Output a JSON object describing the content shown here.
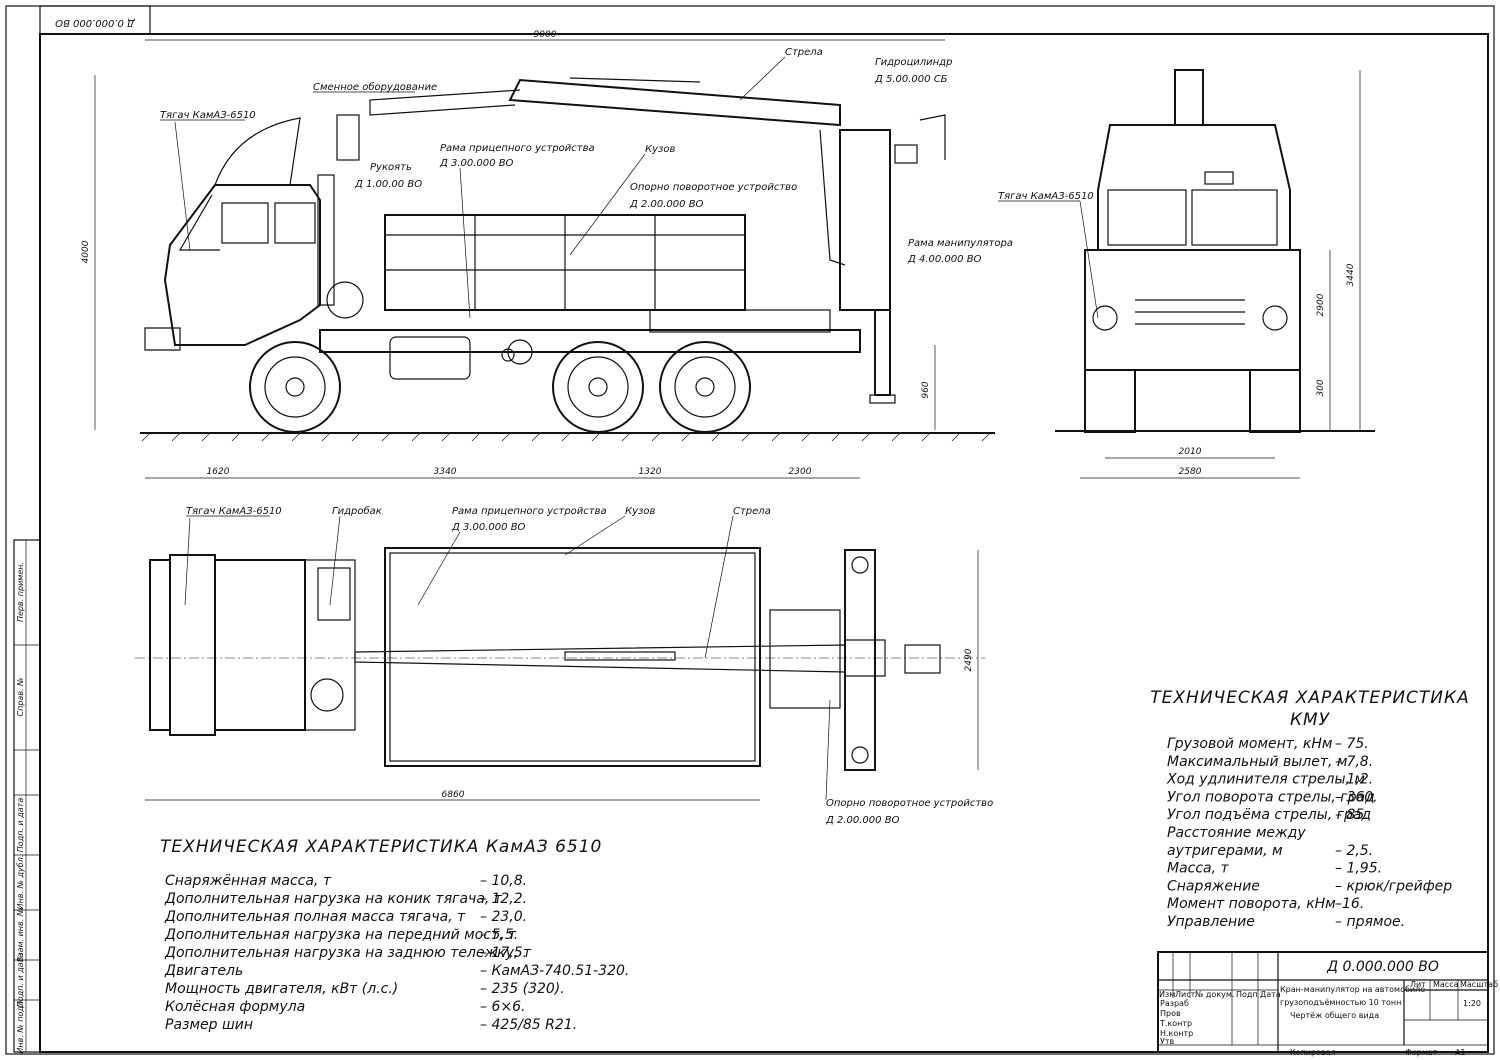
{
  "stamp_code": "Д 0.000.000 ВО",
  "side_view": {
    "labels": {
      "tyagach": "Тягач КамАЗ-6510",
      "smennoe": "Сменное оборудование",
      "rukoyat": "Рукоять",
      "rukoyat_code": "Д 1.00.00 ВО",
      "strela": "Стрела",
      "gidrocil": "Гидроцилиндр",
      "gidrocil_code": "Д 5.00.000 СБ",
      "rama_pric": "Рама прицепного устройства",
      "rama_pric_code": "Д 3.00.000 ВО",
      "kuzov": "Кузов",
      "opora": "Опорно поворотное устройство",
      "opora_code": "Д 2.00.000 ВО",
      "rama_man": "Рама манипулятора",
      "rama_man_code": "Д 4.00.000 ВО"
    },
    "dims": {
      "total_length": "9000",
      "height": "4000",
      "front": "1620",
      "mid": "3340",
      "axle": "1320",
      "rear": "2300",
      "outrigger": "960"
    }
  },
  "front_view": {
    "label": "Тягач КамАЗ-6510",
    "dims": {
      "track": "2010",
      "width": "2580",
      "cab_h": "2900",
      "total_h": "3440",
      "ground": "300"
    }
  },
  "top_view": {
    "labels": {
      "tyagach": "Тягач КамАЗ-6510",
      "gidrobak": "Гидробак",
      "rama_pric": "Рама прицепного устройства",
      "rama_pric_code": "Д 3.00.000 ВО",
      "kuzov": "Кузов",
      "strela": "Стрела",
      "opora": "Опорно поворотное устройство",
      "opora_code": "Д 2.00.000 ВО"
    },
    "dims": {
      "length": "6860",
      "width": "2490"
    }
  },
  "spec_kamaz": {
    "title": "ТЕХНИЧЕСКАЯ ХАРАКТЕРИСТИКА КамАЗ 6510",
    "rows": [
      {
        "name": "Снаряжённая масса, т",
        "value": "– 10,8."
      },
      {
        "name": "Дополнительная нагрузка на коник тягача, т",
        "value": "– 12,2."
      },
      {
        "name": "Дополнительная полная масса тягача, т",
        "value": "– 23,0."
      },
      {
        "name": "Дополнительная нагрузка на передний мост, т",
        "value": "– 5,5."
      },
      {
        "name": "Дополнительная нагрузка на заднюю тележку, т",
        "value": "– 17,5."
      },
      {
        "name": "Двигатель",
        "value": "– КамАЗ-740.51-320."
      },
      {
        "name": "Мощность двигателя, кВт (л.с.)",
        "value": "– 235 (320)."
      },
      {
        "name": "Колёсная формула",
        "value": "– 6×6."
      },
      {
        "name": "Размер шин",
        "value": "– 425/85 R21."
      }
    ]
  },
  "spec_kmu": {
    "title1": "ТЕХНИЧЕСКАЯ ХАРАКТЕРИСТИКА",
    "title2": "КМУ",
    "rows": [
      {
        "name": "Грузовой момент, кНм",
        "value": "– 75."
      },
      {
        "name": "Максимальный вылет, м",
        "value": "– 7,8."
      },
      {
        "name": "Ход удлинителя стрелы, м",
        "value": "– 1,2."
      },
      {
        "name": "Угол поворота стрелы, град",
        "value": "– 360."
      },
      {
        "name": "Угол подъёма стрелы, град",
        "value": "– 85."
      },
      {
        "name": "Расстояние между",
        "value": ""
      },
      {
        "name": "аутригерами, м",
        "value": "– 2,5."
      },
      {
        "name": "Масса, т",
        "value": "– 1,95."
      },
      {
        "name": "Снаряжение",
        "value": "– крюк/грейфер"
      },
      {
        "name": "Момент поворота, кНм",
        "value": "–16."
      },
      {
        "name": "Управление",
        "value": "– прямое."
      }
    ]
  },
  "title_block": {
    "code": "Д 0.000.000 ВО",
    "name1": "Кран-манипулятор на автомобиле",
    "name2": "грузоподъёмностью 10 тонн",
    "name3": "Чертёж общего вида",
    "scale": "1:20",
    "col_lit": "Лит",
    "col_mass": "Масса",
    "col_scale": "Масштаб",
    "col_izm": "Изм",
    "col_list": "Лист",
    "col_doc": "№ докум.",
    "col_podp": "Подп",
    "col_data": "Дата",
    "role1": "Разраб",
    "role2": "Пров",
    "role3": "Т.контр",
    "role4": "Н.контр",
    "role5": "Утв",
    "kopiroval": "Копировал",
    "format": "Формат",
    "format_val": "А1"
  },
  "side_stamp": {
    "c1": "Перв. примен.",
    "c2": "Справ. №",
    "c3": "Подп. и дата",
    "c4": "Инв. № дубл.",
    "c5": "Взам. инв. №",
    "c6": "Подп. и дата",
    "c7": "Инв. № подл."
  }
}
